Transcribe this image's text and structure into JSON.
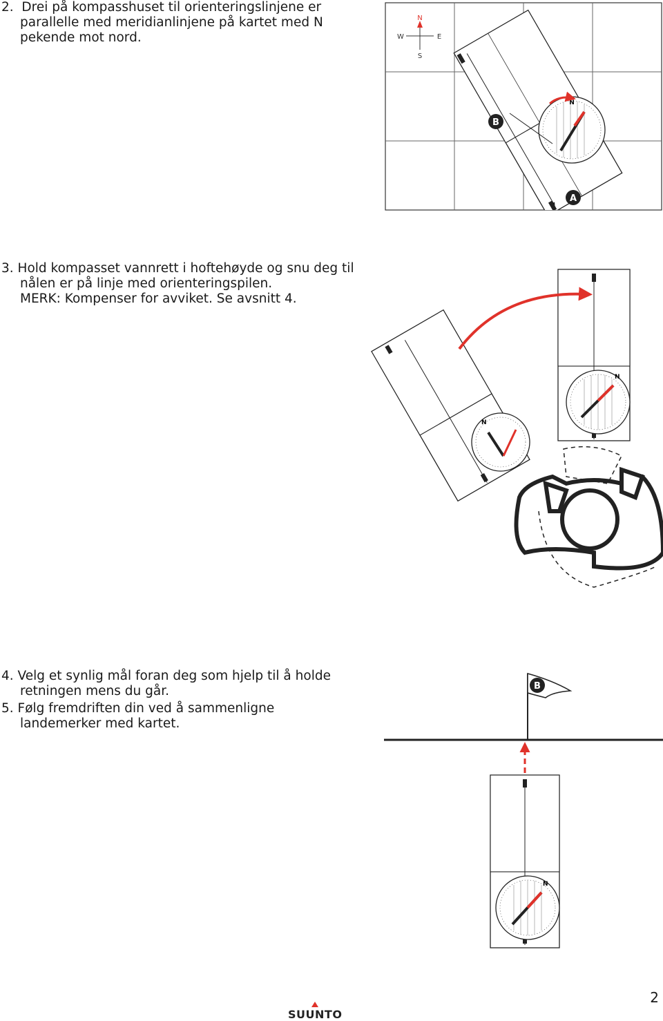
{
  "steps": {
    "s2": {
      "num": "2.",
      "lines": [
        "Drei på kompasshuset til orienteringslinjene er",
        "parallelle med meridianlinjene på kartet med N",
        "pekende mot nord."
      ]
    },
    "s3": {
      "num": "3.",
      "lines": [
        "Hold kompasset vannrett i hoftehøyde og snu deg til",
        "nålen er på linje med orienteringspilen.",
        "MERK: Kompenser for avviket. Se avsnitt 4."
      ]
    },
    "s4": {
      "num": "4.",
      "lines": [
        "Velg et synlig mål foran deg som hjelp til å holde",
        "retningen mens du går."
      ]
    },
    "s5": {
      "num": "5.",
      "lines": [
        "Følg fremdriften din ved å sammenligne",
        "landemerker med kartet."
      ]
    }
  },
  "figure1": {
    "compass_rose": {
      "n": "N",
      "s": "S",
      "e": "E",
      "w": "W"
    },
    "marker_b": "B",
    "marker_a": "A",
    "bezel_n": "N"
  },
  "figure2": {
    "bezel_n": "N"
  },
  "figure3": {
    "flag_label": "B",
    "bezel_n": "N"
  },
  "footer": {
    "page_number": "2",
    "logo": "SUUNTO"
  },
  "colors": {
    "accent_red": "#e0322a",
    "ink": "#1a1a1a"
  }
}
